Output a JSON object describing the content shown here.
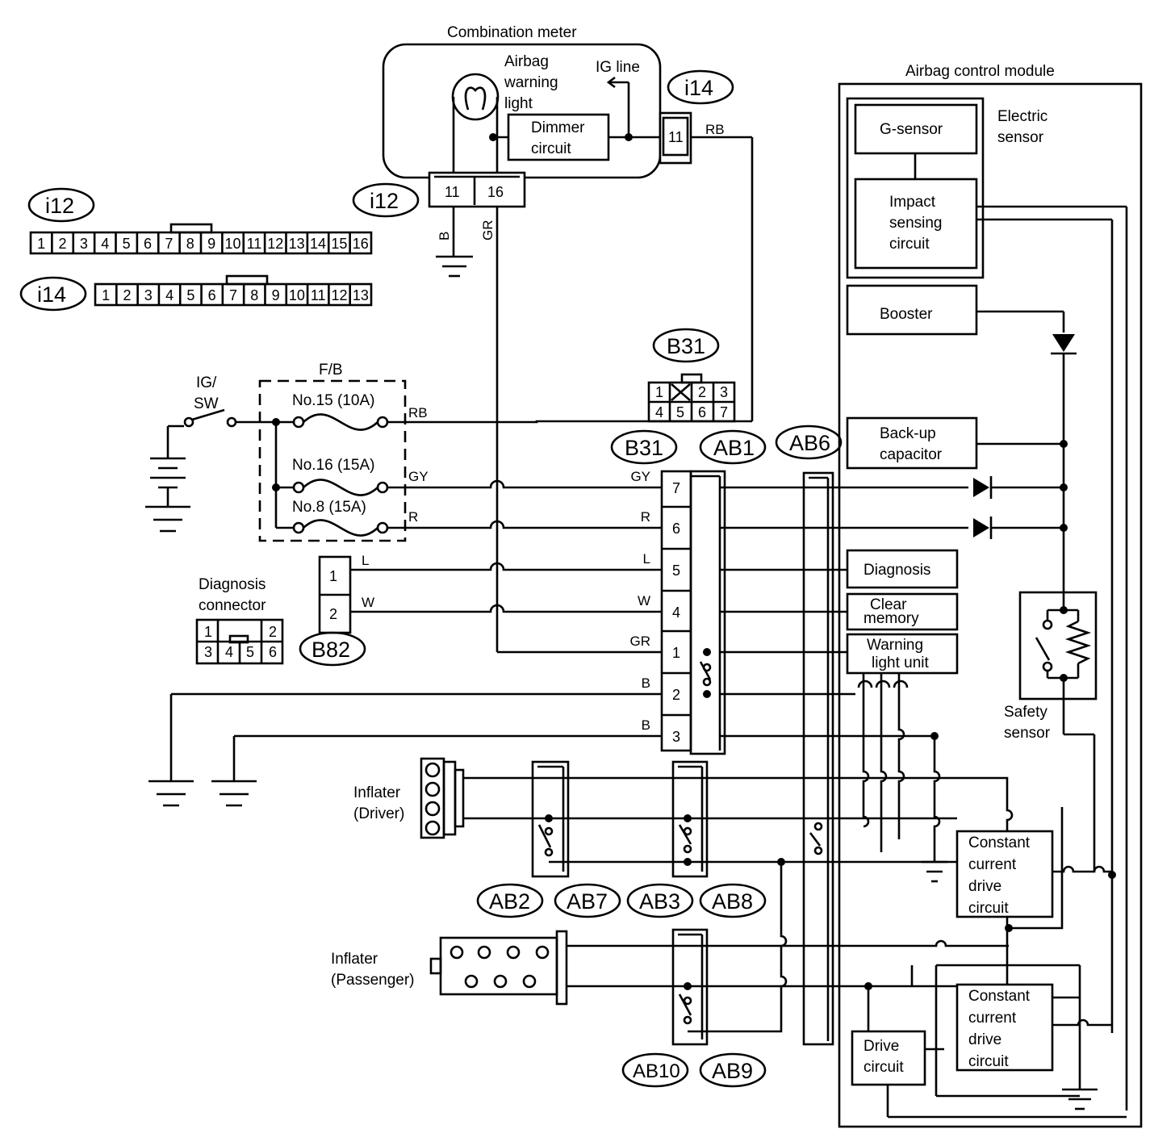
{
  "labels": {
    "combination_meter": "Combination meter",
    "airbag_warning_light": [
      "Airbag",
      "warning",
      "light"
    ],
    "ig_line": "IG line",
    "dimmer_circuit": [
      "Dimmer",
      "circuit"
    ],
    "airbag_control_module": "Airbag control module",
    "electric_sensor": [
      "Electric",
      "sensor"
    ],
    "g_sensor": "G-sensor",
    "impact_sensing_circuit": [
      "Impact",
      "sensing",
      "circuit"
    ],
    "booster": "Booster",
    "backup_capacitor": [
      "Back-up",
      "capacitor"
    ],
    "diagnosis": "Diagnosis",
    "clear_memory": [
      "Clear",
      "memory"
    ],
    "warning_light_unit": [
      "Warning",
      "light unit"
    ],
    "safety_sensor": [
      "Safety",
      "sensor"
    ],
    "constant_current_drive_circuit": [
      "Constant",
      "current",
      "drive",
      "circuit"
    ],
    "drive_circuit": [
      "Drive",
      "circuit"
    ],
    "fuse_box": "F/B",
    "ig_sw": [
      "IG/",
      "SW"
    ],
    "fuses": [
      "No.15  (10A)",
      "No.16  (15A)",
      "No.8  (15A)"
    ],
    "diagnosis_connector": [
      "Diagnosis",
      "connector"
    ],
    "inflater_driver": [
      "Inflater",
      "(Driver)"
    ],
    "inflater_passenger": [
      "Inflater",
      "(Passenger)"
    ]
  },
  "connectors": {
    "i12": "i12",
    "i14": "i14",
    "B31": "B31",
    "AB1": "AB1",
    "AB6": "AB6",
    "B82": "B82",
    "AB2": "AB2",
    "AB7": "AB7",
    "AB3": "AB3",
    "AB8": "AB8",
    "AB10": "AB10",
    "AB9": "AB9"
  },
  "wire_colors": {
    "rb_meter": "RB",
    "b_ground": "B",
    "gr_meter": "GR",
    "rb": "RB",
    "gy": "GY",
    "r": "R",
    "l": "L",
    "w": "W"
  },
  "b31_wire_labels": [
    "GY",
    "R",
    "L",
    "W",
    "GR",
    "B",
    "B"
  ],
  "b31_pins": [
    "7",
    "6",
    "5",
    "4",
    "1",
    "2",
    "3"
  ],
  "i12_pins": [
    "11",
    "16"
  ],
  "i14_pins": [
    "11"
  ],
  "b82_pins": [
    "1",
    "2"
  ],
  "i12_face": [
    "1",
    "2",
    "3",
    "4",
    "5",
    "6",
    "7",
    "8",
    "9",
    "10",
    "11",
    "12",
    "13",
    "14",
    "15",
    "16"
  ],
  "i14_face": [
    "1",
    "2",
    "3",
    "4",
    "5",
    "6",
    "7",
    "8",
    "9",
    "10",
    "11",
    "12",
    "13"
  ],
  "b31_face": [
    "1",
    "2",
    "3",
    "4",
    "5",
    "6",
    "7"
  ],
  "diag_face": [
    "1",
    "2",
    "3",
    "4",
    "5",
    "6"
  ]
}
